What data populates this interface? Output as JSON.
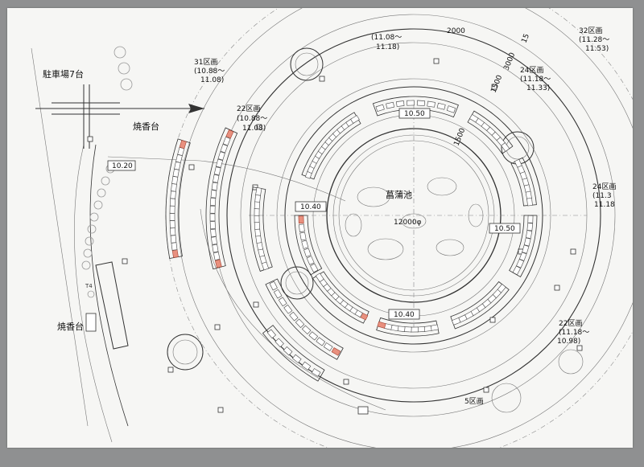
{
  "labels": {
    "parking": "駐車場7台",
    "incense_stand_top": "焼香台",
    "incense_stand_left": "焼香台",
    "pond_name": "菖蒲池",
    "pond_diameter": "12000φ",
    "t4": "T4"
  },
  "sections": {
    "s31": [
      "31区画",
      "(10.88～",
      "11.08)"
    ],
    "s22_upper": [
      "22区画",
      "(10.88～",
      "11.08)"
    ],
    "s32": [
      "32区画",
      "(11.28～",
      "11.53)"
    ],
    "s24_upper": [
      "24区画",
      "(11.18～",
      "11.33)"
    ],
    "s24_right": [
      "24区画",
      "(11.3",
      "11.18"
    ],
    "s22_lower": [
      "22区画",
      "(11.18～",
      "10.98)"
    ],
    "s_top": [
      "(11.08～",
      "11.18)"
    ],
    "s5": "5区画"
  },
  "elevations": {
    "e1020": "10.20",
    "e1040_left": "10.40",
    "e1050_top": "10.50",
    "e1050_right": "10.50",
    "e1040_bottom": "10.40"
  },
  "dimensions": {
    "d2000": "2000",
    "d3000": "3000",
    "d1500_a": "1500",
    "d1500_b": "1500",
    "d15": "15"
  },
  "colors": {
    "paper": "#f6f6f4",
    "background": "#8f9091",
    "reserved_plot": "#e9907e"
  }
}
